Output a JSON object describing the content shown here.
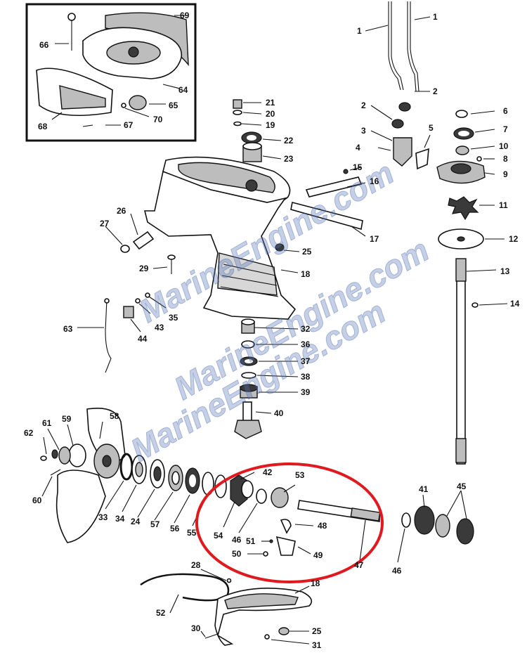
{
  "watermarks": [
    "MarineEngine.com",
    "MarineEngine.com",
    "MarineEngine.com"
  ],
  "colors": {
    "highlight": "#e0191f",
    "watermark": "#5a78b8"
  },
  "labels": [
    "1",
    "1",
    "2",
    "2",
    "3",
    "4",
    "5",
    "6",
    "7",
    "8",
    "9",
    "10",
    "11",
    "12",
    "13",
    "14",
    "15",
    "16",
    "17",
    "18",
    "19",
    "20",
    "21",
    "22",
    "23",
    "24",
    "25",
    "25",
    "26",
    "27",
    "28",
    "29",
    "30",
    "31",
    "32",
    "33",
    "34",
    "35",
    "36",
    "37",
    "38",
    "39",
    "40",
    "41",
    "42",
    "43",
    "44",
    "45",
    "46",
    "46",
    "47",
    "48",
    "49",
    "50",
    "51",
    "52",
    "53",
    "54",
    "55",
    "56",
    "57",
    "58",
    "59",
    "60",
    "61",
    "62",
    "63",
    "64",
    "65",
    "66",
    "67",
    "68",
    "69",
    "70",
    "18"
  ]
}
